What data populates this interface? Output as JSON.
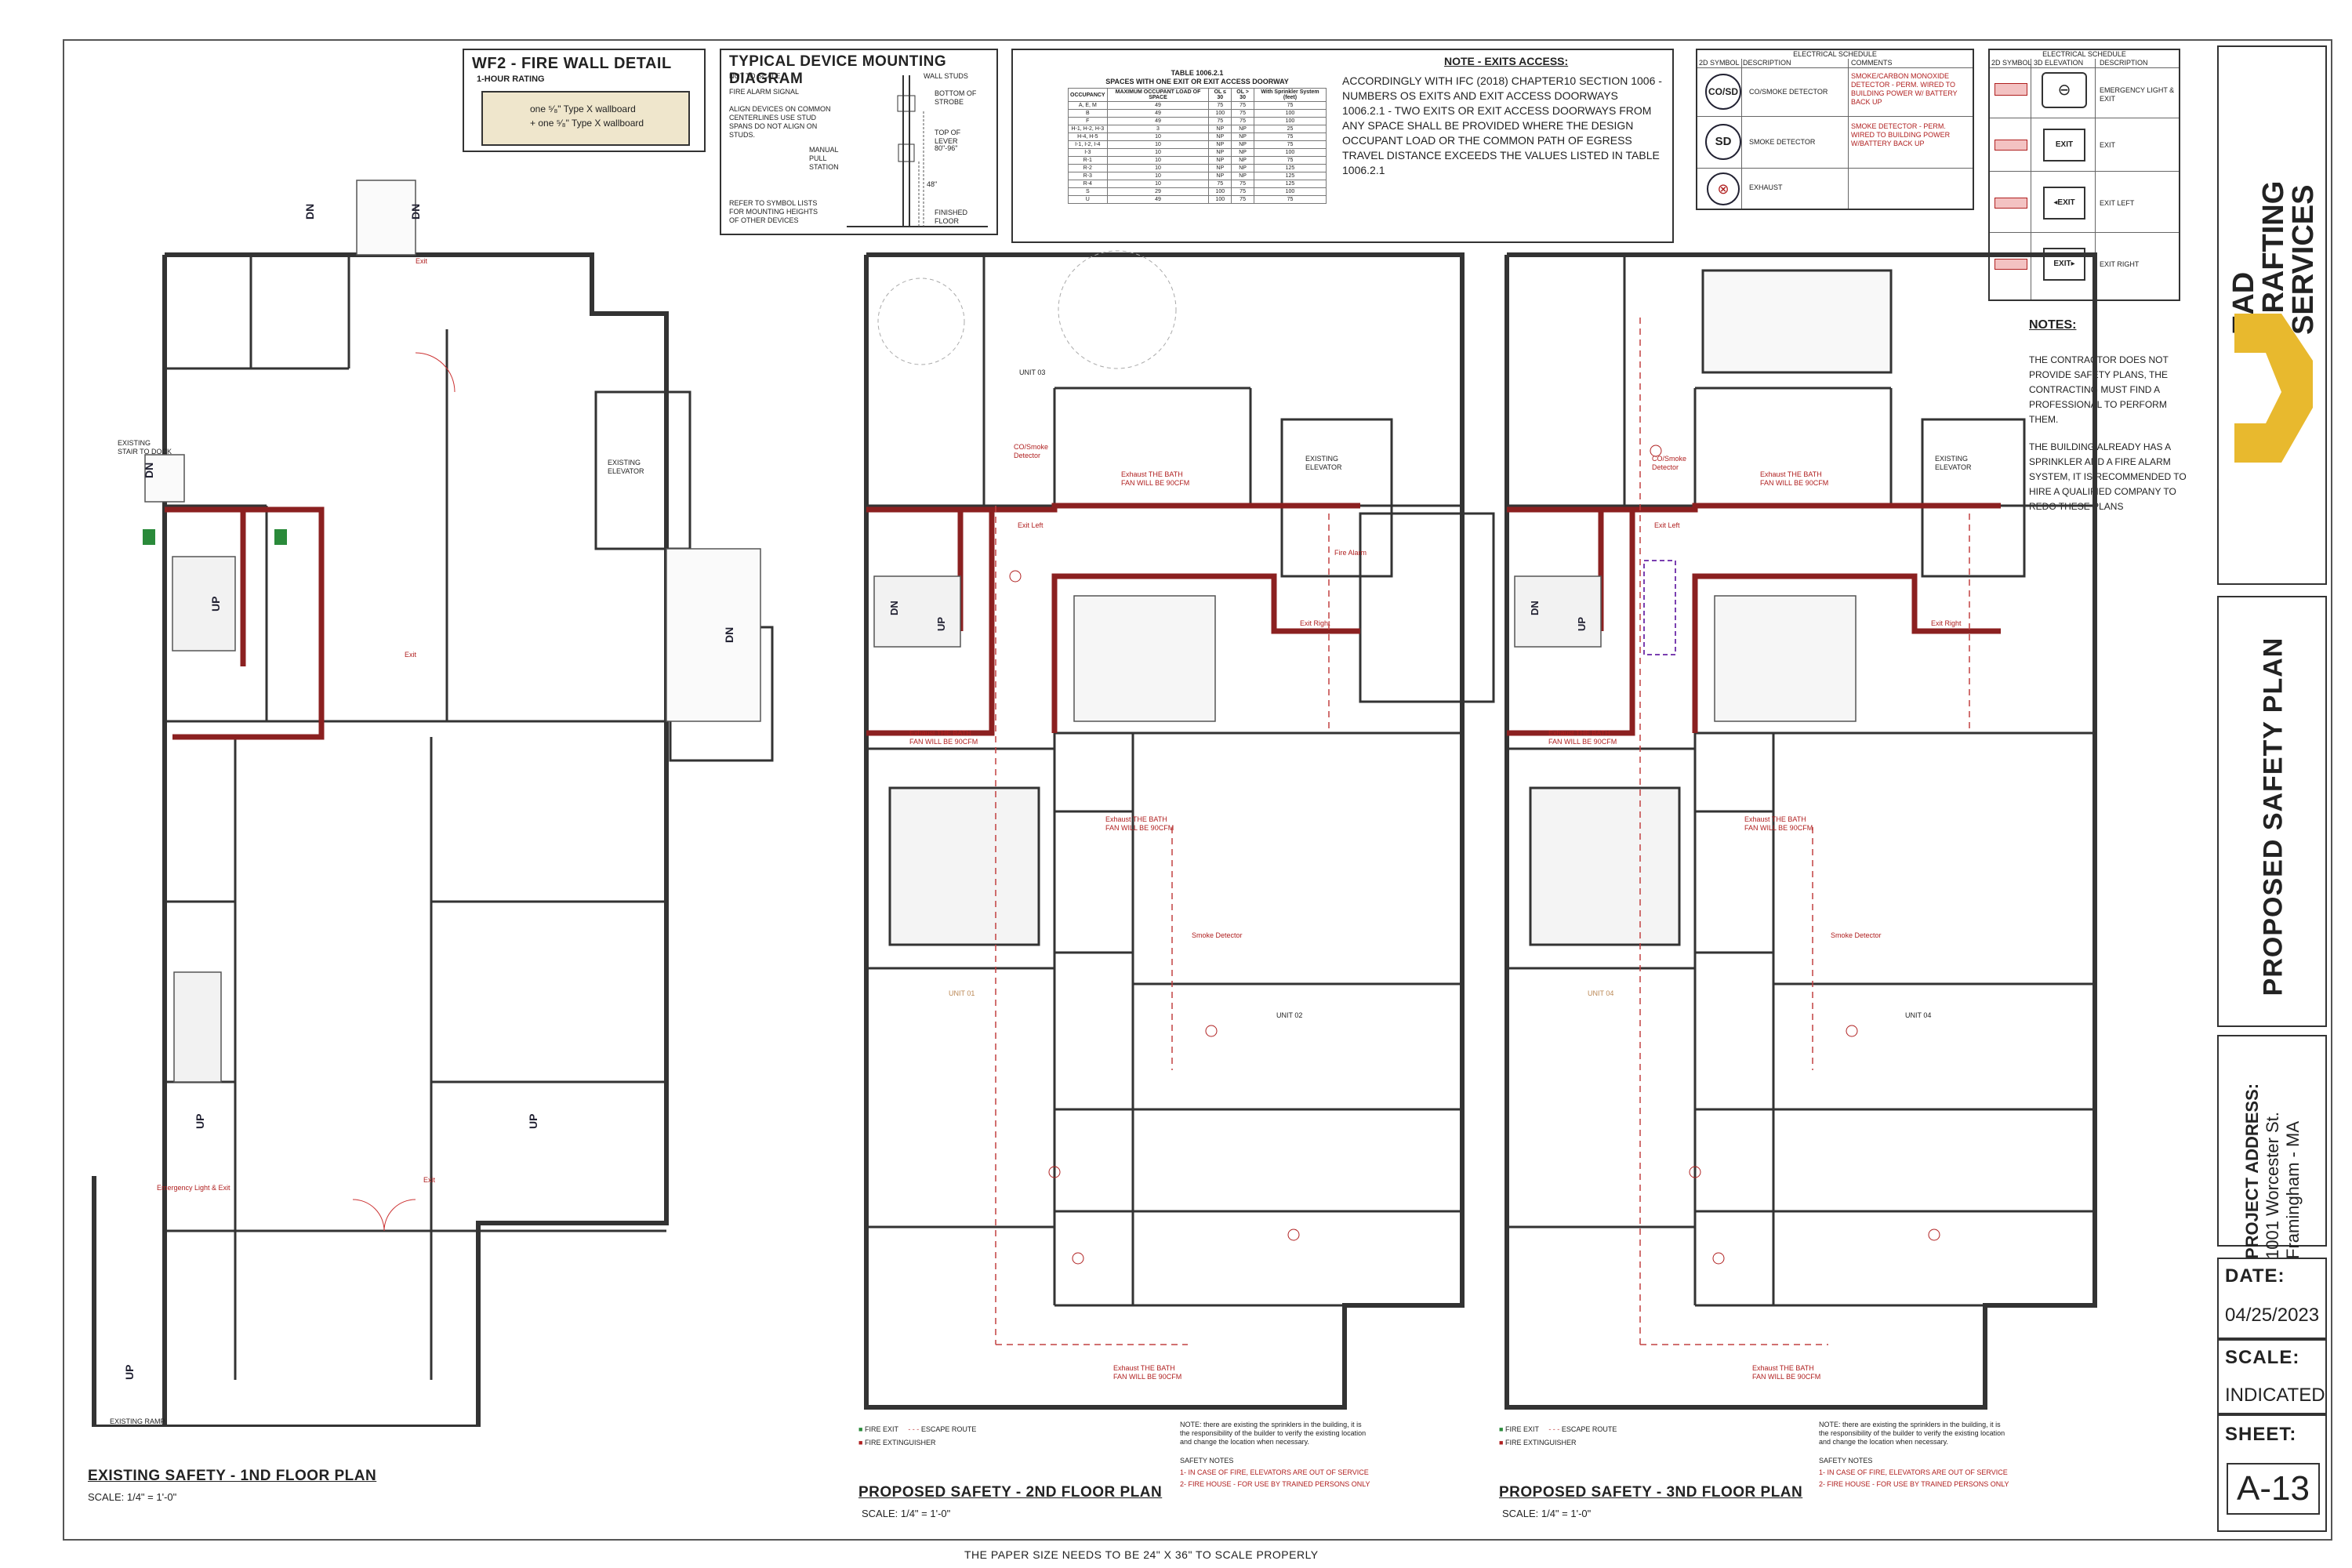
{
  "sheet": {
    "footer_note": "THE PAPER SIZE NEEDS TO BE 24\" X 36\" TO SCALE PROPERLY"
  },
  "firewall_detail": {
    "title": "WF2 - FIRE WALL DETAIL",
    "rating": "1-HOUR RATING",
    "line1": "one ⁵⁄₈\" Type X wallboard",
    "line2": "+ one ⁵⁄₈\" Type X wallboard"
  },
  "mounting_diagram": {
    "title": "TYPICAL DEVICE MOUNTING DIAGRAM",
    "not_to_scale": "NOT TO SCALE",
    "wall_studs": "WALL STUDS",
    "fire_alarm_signal": "FIRE ALARM SIGNAL",
    "align_note": "ALIGN DEVICES ON COMMON CENTERLINES USE STUD SPANS DO NOT ALIGN ON STUDS.",
    "bottom_of_strobe": "BOTTOM OF STROBE",
    "top_of_lever": "TOP OF LEVER",
    "manual_pull": "MANUAL PULL STATION",
    "dim1": "80\"-96\"",
    "dim2": "48\"",
    "refer_note": "REFER TO SYMBOL LISTS FOR MOUNTING HEIGHTS OF OTHER DEVICES",
    "finished_floor": "FINISHED FLOOR"
  },
  "exit_table": {
    "title": "TABLE 1006.2.1",
    "subtitle": "SPACES WITH ONE EXIT OR EXIT ACCESS DOORWAY",
    "headers": [
      "OCCUPANCY",
      "MAXIMUM OCCUPANT LOAD OF SPACE",
      "OL ≤ 30",
      "OL > 30",
      "With Sprinkler System (feet)"
    ],
    "rows": [
      [
        "A, E, M",
        "49",
        "75",
        "75",
        "75"
      ],
      [
        "B",
        "49",
        "100",
        "75",
        "100"
      ],
      [
        "F",
        "49",
        "75",
        "75",
        "100"
      ],
      [
        "H-1, H-2, H-3",
        "3",
        "NP",
        "NP",
        "25"
      ],
      [
        "H-4, H-5",
        "10",
        "NP",
        "NP",
        "75"
      ],
      [
        "I-1, I-2, I-4",
        "10",
        "NP",
        "NP",
        "75"
      ],
      [
        "I-3",
        "10",
        "NP",
        "NP",
        "100"
      ],
      [
        "R-1",
        "10",
        "NP",
        "NP",
        "75"
      ],
      [
        "R-2",
        "10",
        "NP",
        "NP",
        "125"
      ],
      [
        "R-3",
        "10",
        "NP",
        "NP",
        "125"
      ],
      [
        "R-4",
        "10",
        "75",
        "75",
        "125"
      ],
      [
        "S",
        "29",
        "100",
        "75",
        "100"
      ],
      [
        "U",
        "49",
        "100",
        "75",
        "75"
      ]
    ]
  },
  "exits_note": {
    "title": "NOTE - EXITS ACCESS:",
    "body": "ACCORDINGLY WITH IFC (2018) CHAPTER10 SECTION 1006 - NUMBERS OS EXITS AND EXIT ACCESS DOORWAYS 1006.2.1 - TWO EXITS OR EXIT ACCESS DOORWAYS FROM ANY SPACE SHALL BE PROVIDED WHERE THE DESIGN OCCUPANT LOAD OR THE COMMON PATH OF EGRESS TRAVEL DISTANCE EXCEEDS THE VALUES LISTED IN TABLE 1006.2.1"
  },
  "schedule1": {
    "title": "ELECTRICAL SCHEDULE",
    "col1": "2D SYMBOL",
    "col2": "DESCRIPTION",
    "col3": "COMMENTS",
    "rows": [
      {
        "symbol": "CO/SD",
        "desc": "CO/SMOKE DETECTOR",
        "comment": "SMOKE/CARBON MONOXIDE DETECTOR - PERM. WIRED TO BUILDING POWER W/ BATTERY BACK UP"
      },
      {
        "symbol": "SD",
        "desc": "SMOKE DETECTOR",
        "comment": "SMOKE DETECTOR - PERM. WIRED TO BUILDING POWER W/BATTERY BACK UP"
      },
      {
        "symbol": "",
        "desc": "EXHAUST",
        "comment": ""
      }
    ]
  },
  "schedule2": {
    "title": "ELECTRICAL SCHEDULE",
    "col1": "2D SYMBOL",
    "col2": "3D ELEVATION",
    "col3": "DESCRIPTION",
    "rows": [
      "EMERGENCY LIGHT & EXIT",
      "EXIT",
      "EXIT LEFT",
      "EXIT RIGHT"
    ]
  },
  "notes": {
    "title": "NOTES:",
    "p1": "THE CONTRACTOR DOES NOT PROVIDE SAFETY PLANS, THE CONTRACTING MUST FIND A PROFESSIONAL TO PERFORM THEM.",
    "p2": "THE BUILDING ALREADY HAS A SPRINKLER AND A FIRE ALARM SYSTEM, IT IS RECOMMENDED TO HIRE A QUALIFIED COMPANY TO REDO THESE PLANS"
  },
  "title_block": {
    "company_line1": "EAD",
    "company_line2": "DRAFTING",
    "company_line3": "SERVICES",
    "sheet_title": "PROPOSED SAFETY PLAN",
    "address_label": "PROJECT ADDRESS:",
    "address_line1": "1001 Worcester St.",
    "address_line2": "Framingham - MA",
    "date_label": "DATE:",
    "date_value": "04/25/2023",
    "scale_label": "SCALE:",
    "scale_value": "INDICATED",
    "sheet_label": "SHEET:",
    "sheet_value": "A-13"
  },
  "plans": {
    "plan1_title": "EXISTING SAFETY - 1ND FLOOR PLAN",
    "plan1_scale": "SCALE: 1/4\" = 1'-0\"",
    "plan2_title": "PROPOSED SAFETY - 2ND FLOOR PLAN",
    "plan2_scale": "SCALE: 1/4\" = 1'-0\"",
    "plan3_title": "PROPOSED SAFETY - 3ND FLOOR PLAN",
    "plan3_scale": "SCALE: 1/4\" = 1'-0\"",
    "existing_elevator": "EXISTING ELEVATOR",
    "existing_stair_dock": "EXISTING STAIR TO DOCK",
    "existing_ramp": "EXISTING RAMP",
    "dn": "DN",
    "up": "UP",
    "exit": "Exit",
    "exit_left": "Exit Left",
    "exit_right": "Exit Right",
    "co_smoke": "CO/Smoke Detector",
    "smoke_detector": "Smoke Detector",
    "exhaust_note": "Exhaust THE BATH FAN WILL BE 90CFM",
    "fire_alarm": "Fire Alarm",
    "unit01": "UNIT 01",
    "unit02": "UNIT 02",
    "unit03": "UNIT 03",
    "unit04": "UNIT 04",
    "emergency_light": "Emergency Light & Exit"
  },
  "legend": {
    "fire_exit": "FIRE EXIT",
    "escape_route": "ESCAPE ROUTE",
    "fire_extinguisher": "FIRE EXTINGUISHER",
    "sprinkler_note": "NOTE: there are existing the sprinklers in the building, it is the responsibility of the builder to verify the existing location and change the location when necessary.",
    "safety_notes": "SAFETY NOTES",
    "safety1": "1- IN CASE OF FIRE, ELEVATORS ARE OUT OF SERVICE",
    "safety2": "2- FIRE HOUSE - FOR USE BY TRAINED PERSONS ONLY"
  },
  "colors": {
    "firewall": "#8b2020",
    "wall": "#333333",
    "accent_yellow": "#e8b92e",
    "route": "#c24040"
  }
}
